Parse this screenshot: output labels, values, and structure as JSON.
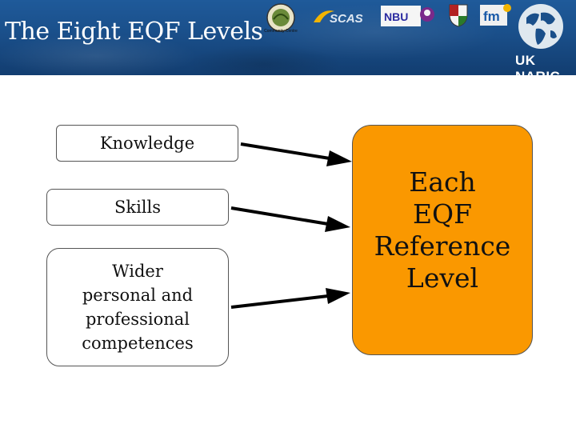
{
  "header": {
    "title": "The Eight EQF Levels",
    "logos": [
      "Community Centre",
      "SCAS",
      "NBU",
      "fm",
      "UK NARIC"
    ]
  },
  "diagram": {
    "inputs": [
      {
        "label": "Knowledge"
      },
      {
        "label": "Skills"
      },
      {
        "label": "Wider\npersonal and\nprofessional\ncompetences"
      }
    ],
    "target": {
      "label": "Each\nEQF\nReference\nLevel"
    }
  },
  "colors": {
    "banner": "#1a4f8a",
    "target_fill": "#fa9800",
    "arrow": "#000000"
  }
}
